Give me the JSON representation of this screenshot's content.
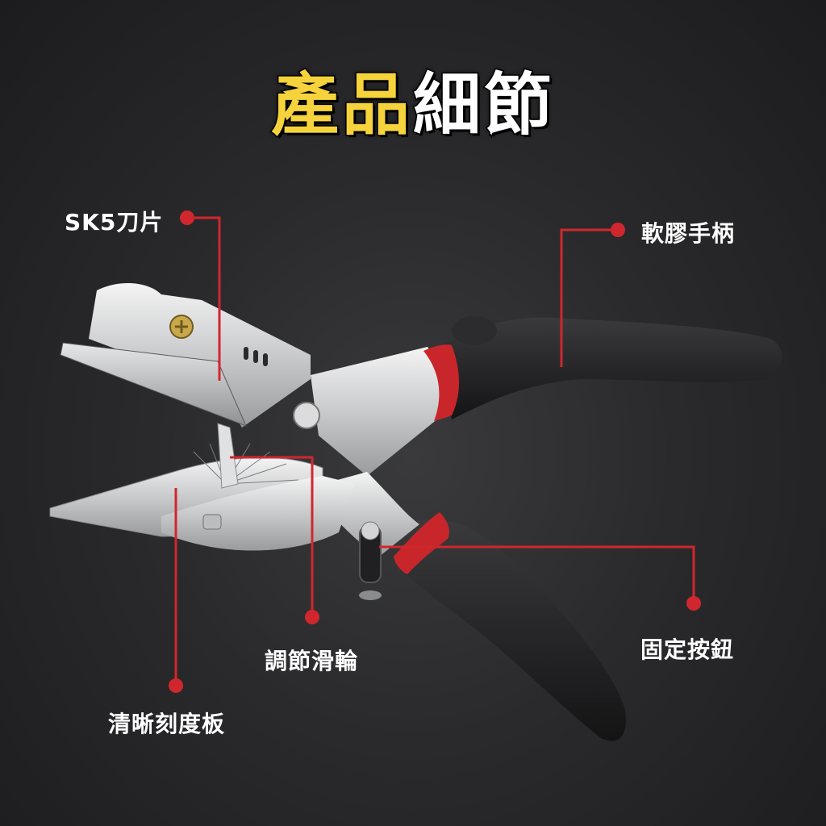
{
  "title": {
    "part1": "產品",
    "part2": "細節",
    "highlight_color": "#f6d33c"
  },
  "labels": {
    "blade": "SK5刀片",
    "handle": "軟膠手柄",
    "lock_button": "固定按鈕",
    "adjust_wheel": "調節滑輪",
    "scale_plate": "清晰刻度板"
  },
  "colors": {
    "callout": "#d0272e",
    "handle": "#1e1e20",
    "grip_ring": "#c8262b",
    "metal": "#d9dadb"
  },
  "icons": [
    "scissors-product-image",
    "screw-icon",
    "callout-dot"
  ]
}
